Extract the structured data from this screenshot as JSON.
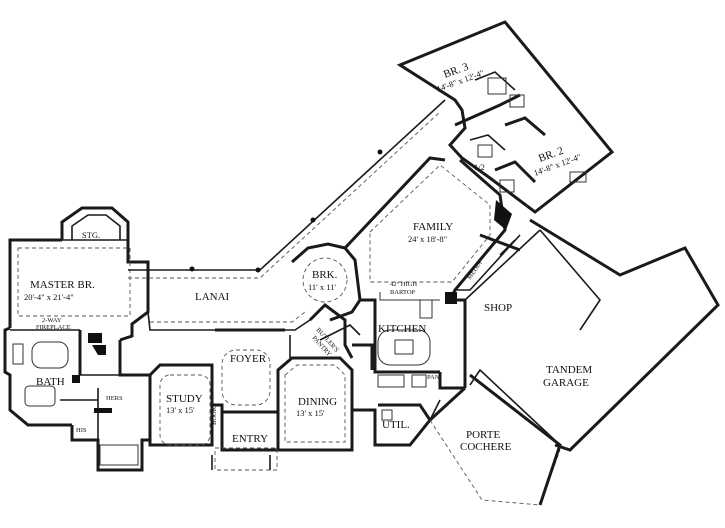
{
  "rooms": {
    "master": {
      "name": "MASTER BR.",
      "size": "20'-4\" x 21'-4\""
    },
    "stg": {
      "name": "STG."
    },
    "fireplace": {
      "line1": "2-WAY",
      "line2": "FIREPLACE"
    },
    "bath": {
      "name": "BATH"
    },
    "his": {
      "name": "HIS"
    },
    "hers": {
      "name": "HERS"
    },
    "lanai": {
      "name": "LANAI"
    },
    "brk": {
      "name": "BRK.",
      "size": "11' x 11'"
    },
    "foyer": {
      "name": "FOYER"
    },
    "study": {
      "name": "STUDY",
      "size": "13' x 15'"
    },
    "books": {
      "name": "BOOKS"
    },
    "entry": {
      "name": "ENTRY"
    },
    "dining": {
      "name": "DINING",
      "size": "13' x 15'"
    },
    "butlers": {
      "line1": "BUTLER'S",
      "line2": "PANTRY"
    },
    "kitchen": {
      "name": "KITCHEN"
    },
    "bartop": {
      "line1": "42\" HIGH",
      "line2": "BARTOP"
    },
    "family": {
      "name": "FAMILY",
      "size": "24' x 18'-8\""
    },
    "media": {
      "name": "MEDIA"
    },
    "pan": {
      "name": "PAN"
    },
    "util": {
      "name": "UTIL."
    },
    "br3": {
      "name": "BR. 3",
      "size": "14'-8\" x 12'-4\""
    },
    "br2": {
      "name": "BR. 2",
      "size": "14'-8\" x 12'-4\""
    },
    "half": {
      "name": "1/2"
    },
    "shop": {
      "name": "SHOP"
    },
    "garage": {
      "line1": "TANDEM",
      "line2": "GARAGE"
    },
    "porte": {
      "line1": "PORTE",
      "line2": "COCHERE"
    }
  },
  "colors": {
    "ink": "#111111",
    "dashed": "#555555"
  }
}
